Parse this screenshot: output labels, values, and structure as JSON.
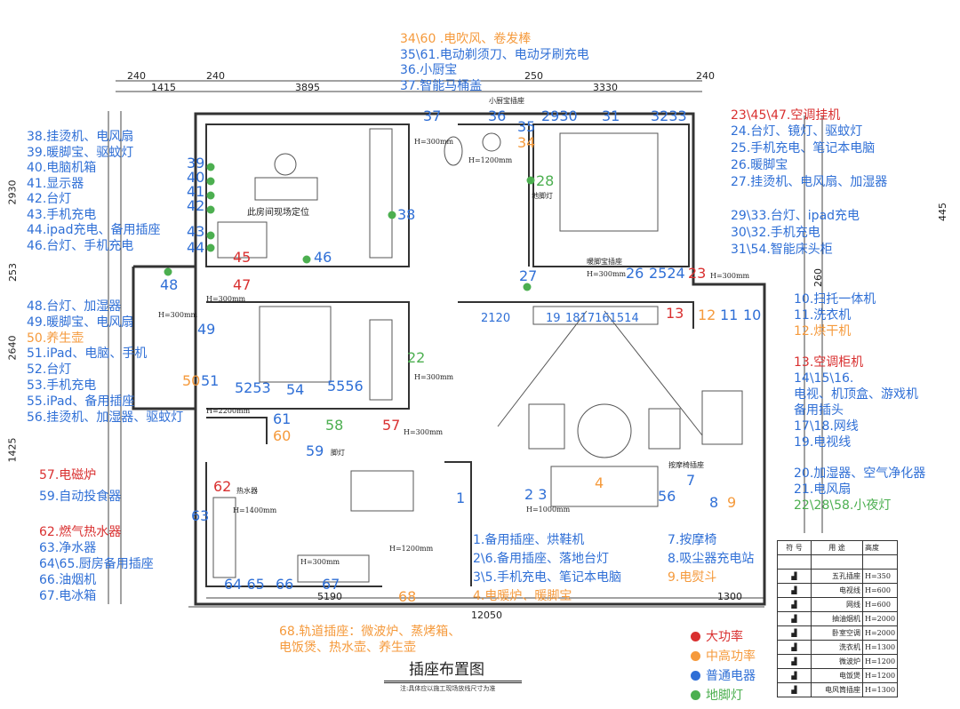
{
  "title": "插座布置图",
  "note": "注:具体应以施工现场放线尺寸为准",
  "colors": {
    "high_power": "#d93030",
    "mid_high_power": "#f59a3c",
    "normal": "#2f6fd6",
    "floor_light": "#4caf50"
  },
  "dimensions": {
    "top": [
      "240",
      "1415",
      "240",
      "3895",
      "250",
      "3330",
      "240"
    ],
    "bottom": [
      "5190",
      "1300",
      "12050"
    ],
    "left": [
      "2930",
      "253",
      "2640",
      "1425"
    ],
    "right": [
      "445",
      "260"
    ]
  },
  "top_center_notes": [
    {
      "text": "34\\60 .电吹风、卷发棒",
      "color": "orange"
    },
    {
      "text": "35\\61.电动剃须刀、电动牙刷充电",
      "color": "blue"
    },
    {
      "text": "36.小厨宝",
      "color": "blue"
    },
    {
      "text": "37.智能马桶盖",
      "color": "blue"
    }
  ],
  "left_top_notes": [
    "38.挂烫机、电风扇",
    "39.暖脚宝、驱蚊灯",
    "40.电脑机箱",
    "41.显示器",
    "42.台灯",
    "43.手机充电",
    "44.ipad充电、备用插座",
    "46.台灯、手机充电"
  ],
  "left_mid_notes": [
    {
      "text": "48.台灯、加湿器",
      "color": "blue"
    },
    {
      "text": "49.暖脚宝、电风扇",
      "color": "blue"
    },
    {
      "text": "50.养生壶",
      "color": "orange"
    },
    {
      "text": "51.iPad、电脑、手机",
      "color": "blue"
    },
    {
      "text": "52.台灯",
      "color": "blue"
    },
    {
      "text": "53.手机充电",
      "color": "blue"
    },
    {
      "text": "55.iPad、备用插座",
      "color": "blue"
    },
    {
      "text": "56.挂烫机、加湿器、驱蚊灯",
      "color": "blue"
    }
  ],
  "left_bottom_notes": [
    {
      "text": "57.电磁炉",
      "color": "red"
    },
    {
      "text": "59.自动投食器",
      "color": "blue"
    },
    {
      "text": "62.燃气热水器",
      "color": "red"
    },
    {
      "text": "63.净水器",
      "color": "blue"
    },
    {
      "text": "64\\65.厨房备用插座",
      "color": "blue"
    },
    {
      "text": "66.油烟机",
      "color": "blue"
    },
    {
      "text": "67.电冰箱",
      "color": "blue"
    }
  ],
  "right_top_notes": [
    {
      "text": "23\\45\\47.空调挂机",
      "color": "red"
    },
    {
      "text": "24.台灯、镜灯、驱蚊灯",
      "color": "blue"
    },
    {
      "text": "25.手机充电、笔记本电脑",
      "color": "blue"
    },
    {
      "text": "26.暖脚宝",
      "color": "blue"
    },
    {
      "text": "27.挂烫机、电风扇、加湿器",
      "color": "blue"
    },
    {
      "text": "29\\33.台灯、ipad充电",
      "color": "blue"
    },
    {
      "text": "30\\32.手机充电",
      "color": "blue"
    },
    {
      "text": "31\\54.智能床头柜",
      "color": "blue"
    }
  ],
  "right_mid_notes": [
    {
      "text": "10.扫托一体机",
      "color": "blue"
    },
    {
      "text": "11.洗衣机",
      "color": "blue"
    },
    {
      "text": "12.烘干机",
      "color": "orange"
    },
    {
      "text": "13.空调柜机",
      "color": "red"
    },
    {
      "text": "14\\15\\16.",
      "color": "blue"
    },
    {
      "text": "电视、机顶盒、游戏机",
      "color": "blue"
    },
    {
      "text": "备用插头",
      "color": "blue"
    },
    {
      "text": "17\\18.网线",
      "color": "blue"
    },
    {
      "text": "19.电视线",
      "color": "blue"
    },
    {
      "text": "20.加湿器、空气净化器",
      "color": "blue"
    },
    {
      "text": "21.电风扇",
      "color": "blue"
    },
    {
      "text": "22\\28\\58.小夜灯",
      "color": "green"
    }
  ],
  "bottom_center_notes": [
    {
      "text": "1.备用插座、烘鞋机",
      "color": "blue"
    },
    {
      "text": "2\\6.备用插座、落地台灯",
      "color": "blue"
    },
    {
      "text": "3\\5.手机充电、笔记本电脑",
      "color": "blue"
    },
    {
      "text": "4.电暖炉、暖脚宝",
      "color": "orange"
    }
  ],
  "bottom_right_notes": [
    {
      "text": "7.按摩椅",
      "color": "blue"
    },
    {
      "text": "8.吸尘器充电站",
      "color": "blue"
    },
    {
      "text": "9.电熨斗",
      "color": "orange"
    }
  ],
  "rail_note": [
    "68.轨道插座：微波炉、蒸烤箱、",
    "电饭煲、热水壶、养生壶"
  ],
  "markers": [
    "39",
    "40",
    "41",
    "42",
    "43",
    "44",
    "45",
    "46",
    "47",
    "48",
    "49",
    "50",
    "51",
    "5253",
    "54",
    "5556",
    "37",
    "36",
    "35",
    "34",
    "2930",
    "31",
    "3233",
    "28",
    "38",
    "27",
    "26",
    "2524",
    "23",
    "2120",
    "19",
    "1817161514",
    "13",
    "12",
    "11",
    "10",
    "22",
    "61",
    "60",
    "58",
    "57",
    "59",
    "62",
    "63",
    "1",
    "2 3",
    "4",
    "56",
    "7",
    "8",
    "9",
    "64 65",
    "66",
    "67",
    "68"
  ],
  "plan_labels": [
    "此房间现场定位",
    "H=300mm",
    "H=300mm",
    "H=300mm",
    "H=300mm",
    "暖脚宝插座",
    "小厨宝插座",
    "地脚灯",
    "H=2200mm",
    "热水器",
    "H=1400mm",
    "H=1200mm",
    "H=300mm",
    "脚灯",
    "按摩椅插座",
    "H=300mm",
    "H=300mm",
    "H=1200mm",
    "H=1000mm",
    "H=300mm"
  ],
  "legend": [
    {
      "label": "大功率",
      "color": "#d93030"
    },
    {
      "label": "中高功率",
      "color": "#f59a3c"
    },
    {
      "label": "普通电器",
      "color": "#2f6fd6"
    },
    {
      "label": "地脚灯",
      "color": "#4caf50"
    }
  ],
  "table": {
    "headers": [
      "符 号",
      "用 途",
      "高度"
    ],
    "rows": [
      {
        "symbol": "socket-icon",
        "use": "五孔插座",
        "height": "H=350"
      },
      {
        "symbol": "tv-socket-icon",
        "use": "电视线",
        "height": "H=600"
      },
      {
        "symbol": "network-socket-icon",
        "use": "网线",
        "height": "H=600"
      },
      {
        "symbol": "hood-socket-icon",
        "use": "抽油烟机",
        "height": "H=2000"
      },
      {
        "symbol": "ac-socket-icon",
        "use": "卧室空调",
        "height": "H=2000"
      },
      {
        "symbol": "washer-socket-icon",
        "use": "洗衣机",
        "height": "H=1300"
      },
      {
        "symbol": "microwave-socket-icon",
        "use": "微波炉",
        "height": "H=1200"
      },
      {
        "symbol": "ricecooker-socket-icon",
        "use": "电饭煲",
        "height": "H=1200"
      },
      {
        "symbol": "hairdryer-socket-icon",
        "use": "电风筒插座",
        "height": "H=1300"
      }
    ]
  }
}
